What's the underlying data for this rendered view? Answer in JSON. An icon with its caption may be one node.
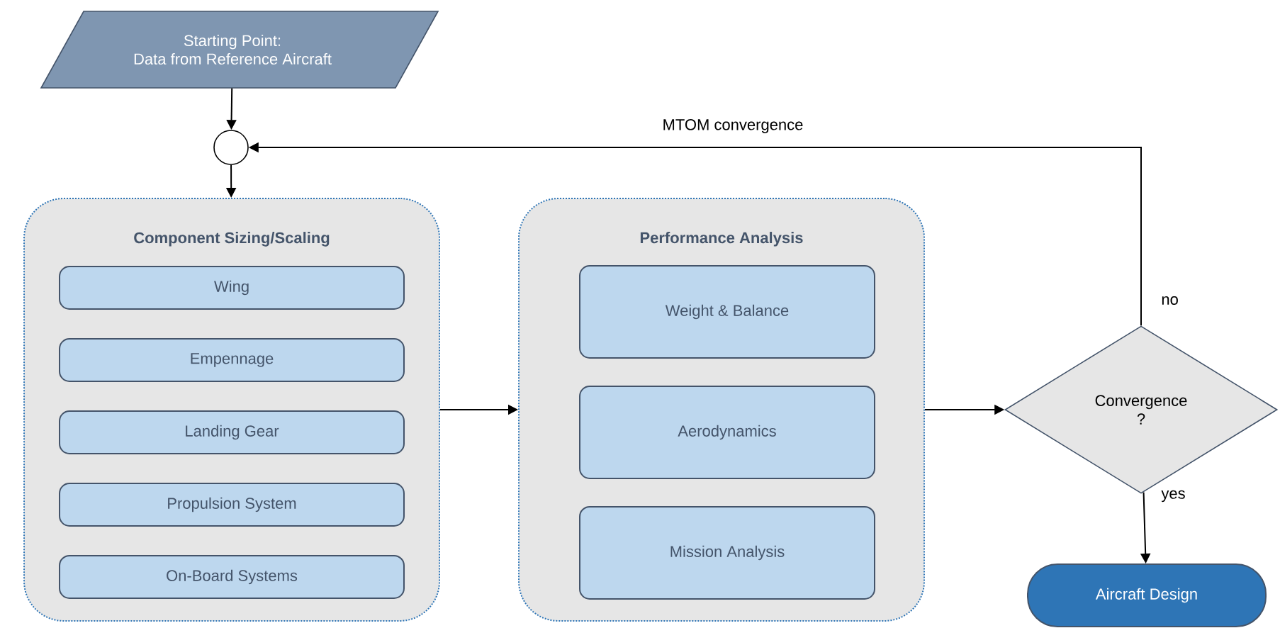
{
  "diagram": {
    "nodes": [
      {
        "text": [
          "Starting Point:",
          "Data from Reference Aircraft"
        ]
      },
      {
        "text": [],
        "shape": "circle"
      },
      {
        "text": [
          "Component Sizing/Scaling"
        ]
      },
      {
        "text": [
          "Wing"
        ],
        "in": 2
      },
      {
        "text": [
          "Empennage"
        ],
        "in": 2
      },
      {
        "text": [
          "Landing Gear"
        ],
        "in": 2
      },
      {
        "text": [
          "Propulsion System"
        ],
        "in": 2
      },
      {
        "text": [
          "On-Board Systems"
        ],
        "in": 2
      },
      {
        "text": [
          "Performance Analysis"
        ]
      },
      {
        "text": [
          "Weight & Balance"
        ],
        "in": 8
      },
      {
        "text": [
          "Aerodynamics"
        ],
        "in": 8
      },
      {
        "text": [
          "Mission Analysis"
        ],
        "in": 8
      },
      {
        "text": [
          "Convergence ?"
        ]
      },
      {
        "text": [
          "Aircraft Design"
        ]
      }
    ],
    "edges": [
      {
        "from": 0,
        "to": 1,
        "arrow": "to"
      },
      {
        "from": 1,
        "to": 2,
        "arrow": "to"
      },
      {
        "from": 2,
        "to": 8,
        "arrow": "to"
      },
      {
        "from": 8,
        "to": 12,
        "arrow": "to"
      },
      {
        "from": 12,
        "to": 1,
        "arrow": "to",
        "label": "no"
      },
      {
        "from": 12,
        "to": 13,
        "arrow": "to",
        "label": "yes"
      }
    ],
    "labels": [
      "MTOM convergence"
    ]
  }
}
